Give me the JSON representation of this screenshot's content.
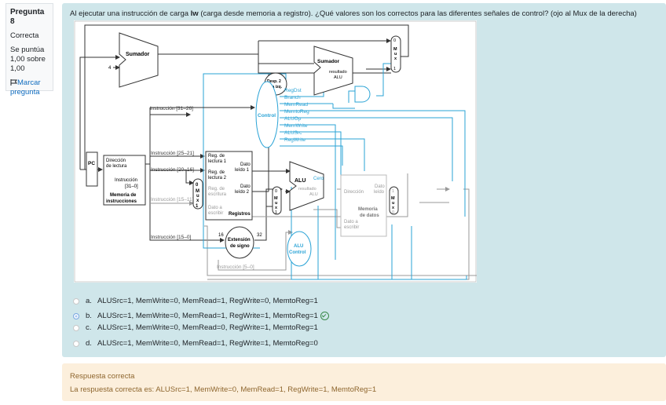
{
  "question_info": {
    "number_label": "Pregunta 8",
    "state": "Correcta",
    "grade": "Se puntúa 1,00 sobre 1,00",
    "flag_label": "Marcar pregunta",
    "flag_icon": "flag-icon"
  },
  "question": {
    "text_before": "Al ejecutar una instrucción de carga ",
    "text_bold": "lw",
    "text_after": " (carga desde memoria a registro). ¿Qué valores son los correctos para las diferentes señales de control? (ojo al Mux de la derecha)"
  },
  "diagram": {
    "adder1": "Sumador",
    "four": "4",
    "adder2": "Sumador",
    "adder2_result": [
      "resultado",
      "ALU"
    ],
    "shift": [
      "Desp. 2",
      "a la izq."
    ],
    "mux_top": {
      "in0": "0",
      "in1": "1",
      "label": [
        "M",
        "u",
        "x"
      ]
    },
    "control": "Control",
    "control_signals": [
      "RegDst",
      "Branch",
      "MemRead",
      "MemtoReg",
      "ALUOp",
      "MemWrite",
      "ALUSrc",
      "RegWrite"
    ],
    "instr_31_26": "Instrucción [31–26]",
    "instr_25_21": "Instrucción [25–21]",
    "instr_20_16": "Instrucción [20–16]",
    "instr_15_11": "Instrucción [15–11]",
    "instr_15_0": "Instrucción [15–0]",
    "instr_5_0": "Instrucción [5–0]",
    "pc": "PC",
    "imem": {
      "addr": [
        "Dirección",
        "de lectura"
      ],
      "instr": [
        "Instrucción",
        "[31–0]"
      ],
      "title": [
        "Memoria de",
        "instrucciones"
      ]
    },
    "regs": {
      "read1": [
        "Reg. de",
        "lectura 1"
      ],
      "read2": [
        "Reg. de",
        "lectura 2"
      ],
      "write_reg": [
        "Reg. de",
        "escritura"
      ],
      "write_data": [
        "Dato a",
        "escribir"
      ],
      "data1": [
        "Dato",
        "leído 1"
      ],
      "data2": [
        "Dato",
        "leído 2"
      ],
      "title": "Registros"
    },
    "mux_reg": {
      "in0": "0",
      "in1": "1",
      "label": [
        "M",
        "u",
        "x"
      ]
    },
    "sign_ext": [
      "Extensión",
      "de signo"
    ],
    "bits16": "16",
    "bits32": "32",
    "mux_alu": {
      "in0": "0",
      "in1": "1",
      "label": [
        "M",
        "u",
        "x"
      ]
    },
    "alu": {
      "title": "ALU",
      "zero": "Cero",
      "result": [
        "resultado",
        "ALU"
      ]
    },
    "alu_control": [
      "ALU",
      "Control"
    ],
    "dmem": {
      "addr": "Dirección",
      "read": [
        "Dato",
        "leído"
      ],
      "title": [
        "Memoria",
        "de datos"
      ],
      "write": [
        "Dato a",
        "escribir"
      ]
    },
    "mux_mem": {
      "in1": "1",
      "in0": "0",
      "label": [
        "M",
        "u",
        "x"
      ]
    }
  },
  "answers": [
    {
      "letter": "a.",
      "text": "ALUSrc=1, MemWrite=0, MemRead=1, RegWrite=0, MemtoReg=1",
      "selected": false
    },
    {
      "letter": "b.",
      "text": "ALUSrc=1, MemWrite=0, MemRead=1, RegWrite=1, MemtoReg=1",
      "selected": true,
      "correct": true
    },
    {
      "letter": "c.",
      "text": "ALUSrc=1, MemWrite=0, MemRead=0, RegWrite=1, MemtoReg=1",
      "selected": false
    },
    {
      "letter": "d.",
      "text": "ALUSrc=1, MemWrite=0, MemRead=1, RegWrite=1, MemtoReg=0",
      "selected": false
    }
  ],
  "feedback": {
    "status": "Respuesta correcta",
    "correct_answer": "La respuesta correcta es: ALUSrc=1, MemWrite=0, MemRead=1, RegWrite=1, MemtoReg=1"
  },
  "colors": {
    "content_bg": "#cfe6ea",
    "feedback_bg": "#fcefdc",
    "feedback_text": "#8e662e",
    "control_blue": "#2aa3d6",
    "link": "#0f6cbf"
  }
}
